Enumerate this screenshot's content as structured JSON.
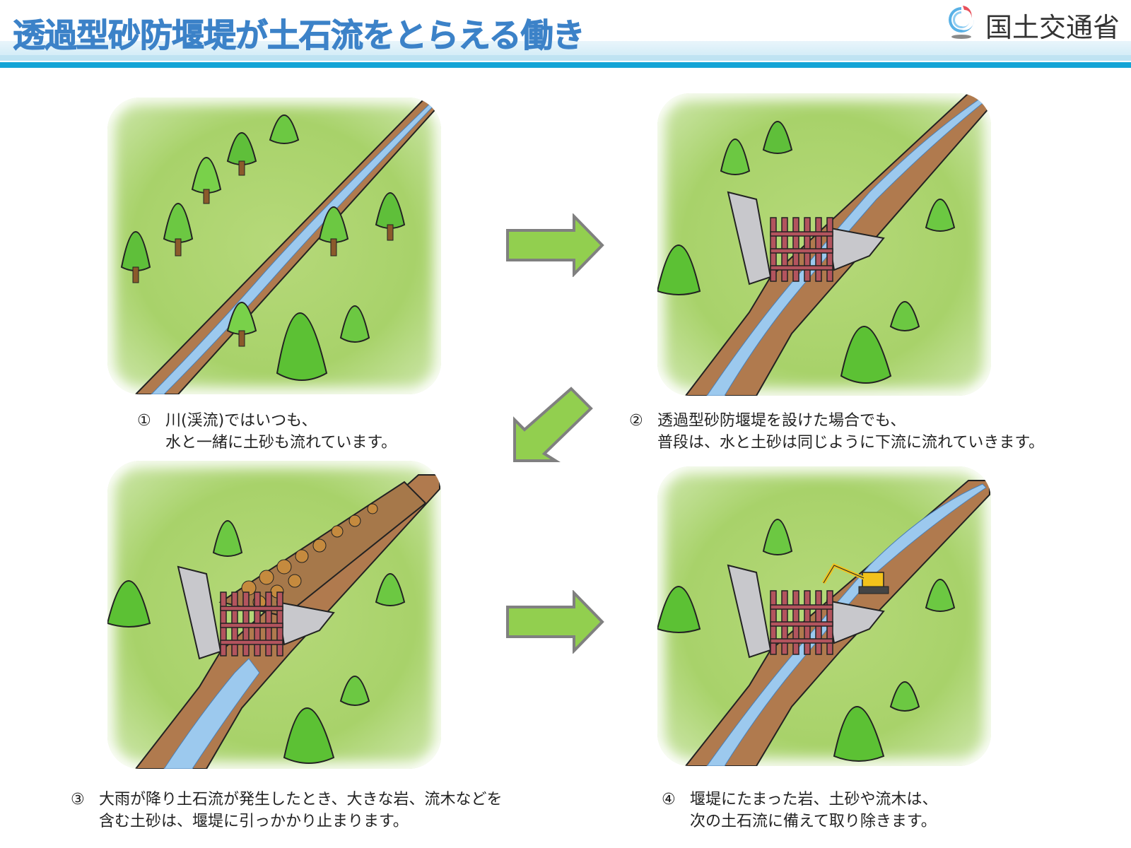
{
  "header": {
    "title": "透過型砂防堰堤が土石流をとらえる働き",
    "ministry_name": "国土交通省",
    "logo_icon": "mlit-logo-icon",
    "colors": {
      "title": "#3c82c8",
      "band_dark": "#13a4d6",
      "band_light": "#d3ecf7"
    }
  },
  "steps": [
    {
      "number": "①",
      "line1": "川(渓流)ではいつも、",
      "line2": "水と一緒に土砂も流れています。",
      "illustration": "mountain-stream-forest"
    },
    {
      "number": "②",
      "line1": "透過型砂防堰堤を設けた場合でも、",
      "line2": "普段は、水と土砂は同じように下流に流れていきます。",
      "illustration": "stream-with-open-type-dam"
    },
    {
      "number": "③",
      "line1": "大雨が降り土石流が発生したとき、大きな岩、流木などを",
      "line2": "含む土砂は、堰堤に引っかかり止まります。",
      "illustration": "debris-flow-captured-by-dam"
    },
    {
      "number": "④",
      "line1": "堰堤にたまった岩、土砂や流木は、",
      "line2": "次の土石流に備えて取り除きます。",
      "illustration": "excavator-removing-debris"
    }
  ],
  "arrows": [
    {
      "from": 1,
      "to": 2,
      "direction": "right"
    },
    {
      "from": 2,
      "to": 3,
      "direction": "down-left"
    },
    {
      "from": 3,
      "to": 4,
      "direction": "right"
    }
  ],
  "arrow_colors": {
    "fill": "#92cf4f",
    "stroke": "#808080"
  }
}
